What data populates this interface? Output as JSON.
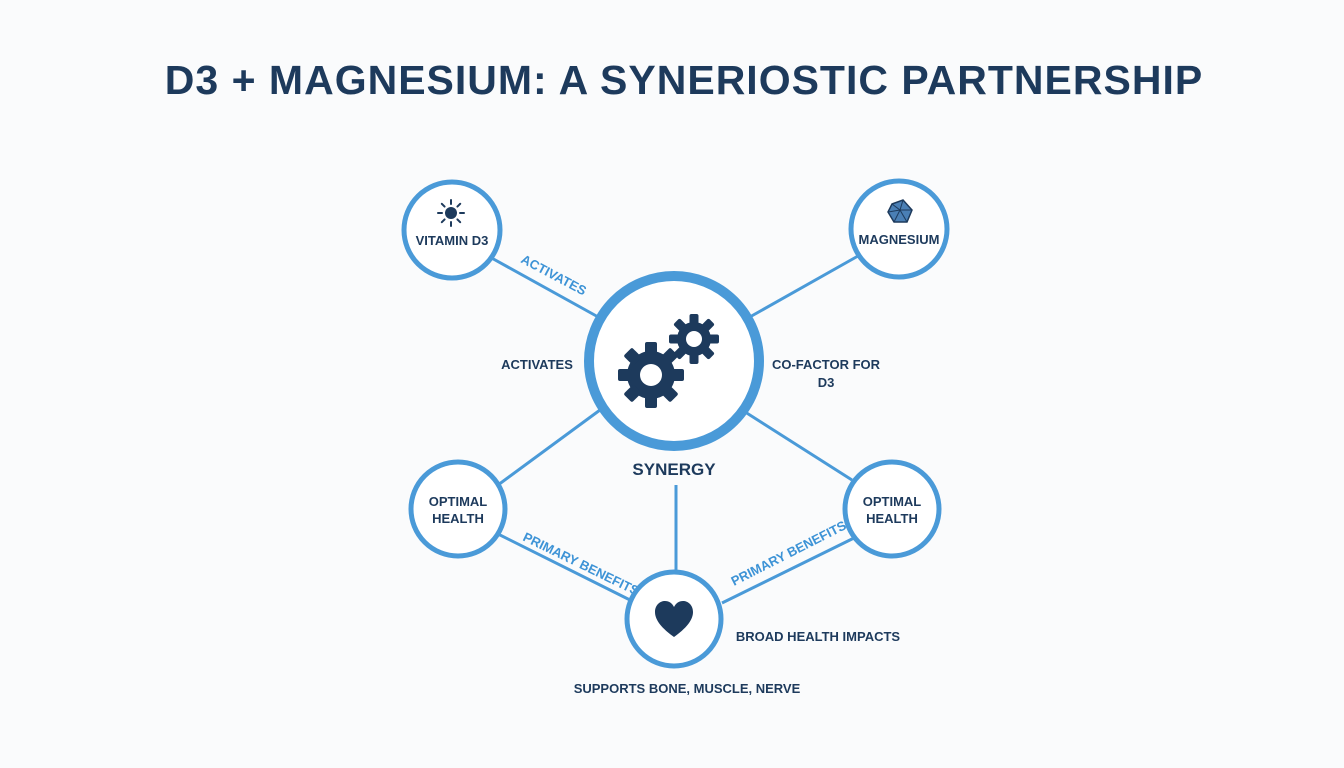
{
  "title": "D3 + MAGNESIUM: A SYNERIOSTIC PARTNERSHIP",
  "nodes": {
    "vitamin_d3": {
      "label": "VITAMIN D3",
      "icon": "sun-icon"
    },
    "magnesium": {
      "label": "MAGNESIUM",
      "icon": "crystal-icon"
    },
    "synergy": {
      "label": "SYNERGY",
      "icon": "gears-icon"
    },
    "optimal_health_left": {
      "line1": "OPTIMAL",
      "line2": "HEALTH"
    },
    "optimal_health_right": {
      "line1": "OPTIMAL",
      "line2": "HEALTH"
    },
    "benefits": {
      "icon": "heart-icon"
    }
  },
  "edge_labels": {
    "d3_activates": "ACTIVATES",
    "primary_benefits_left": "PRIMARY BENEFITS",
    "primary_benefits_right": "PRIMARY BENEFITS"
  },
  "annotations": {
    "activates": "ACTIVATES",
    "cofactor_line1": "CO-FACTOR FOR",
    "cofactor_line2": "D3",
    "broad_health": "BROAD HEALTH IMPACTS",
    "supports": "SUPPORTS BONE, MUSCLE, NERVE"
  },
  "colors": {
    "navy": "#1d3a5c",
    "accent_blue": "#4a9ad8",
    "background": "#fafbfc"
  }
}
